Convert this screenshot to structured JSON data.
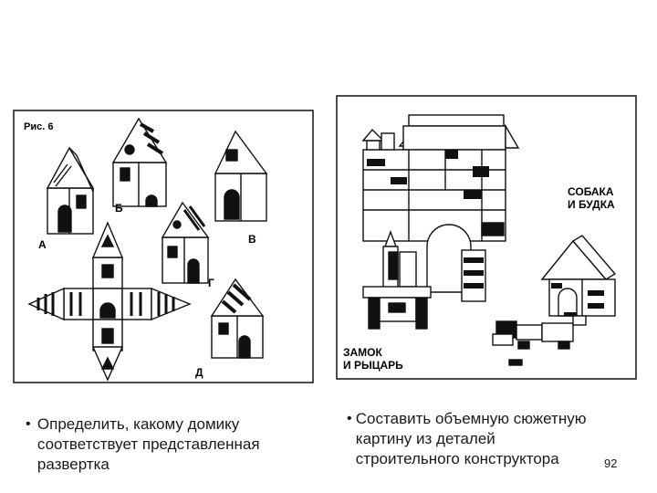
{
  "left_figure": {
    "caption": "Рис. 6",
    "labels": {
      "a": "А",
      "b": "Б",
      "v": "В",
      "g": "Г",
      "d": "Д"
    }
  },
  "right_figure": {
    "label_dog": [
      "СОБАКА",
      "И БУДКА"
    ],
    "label_castle": [
      "ЗАМОК",
      "И РЫЦАРЬ"
    ]
  },
  "bullets": {
    "left": "Определить, какому домику соответствует представленная развертка",
    "right": "Составить объемную сюжетную картину из деталей строительного конструктора",
    "marker": "•"
  },
  "page_number": "92",
  "colors": {
    "ink": "#111111",
    "paper": "#ffffff"
  }
}
